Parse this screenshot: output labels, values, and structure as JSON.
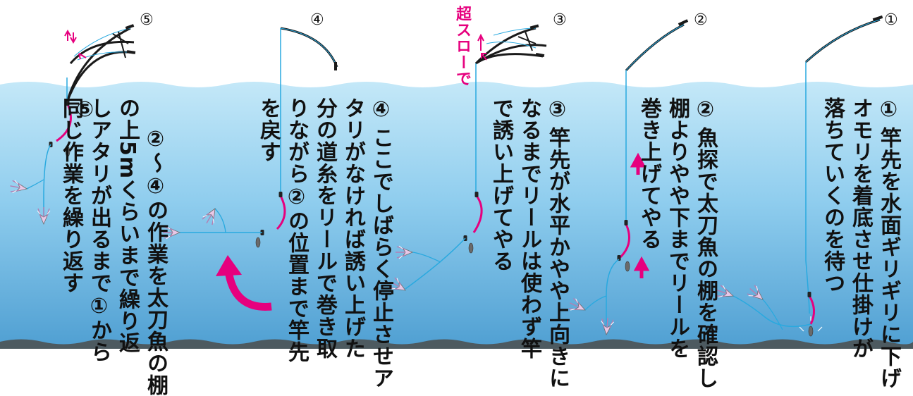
{
  "step_marks": [
    "⑤",
    "④",
    "③",
    "②",
    "①"
  ],
  "slow_label": "超スローで",
  "steps": [
    {
      "num": "⑤",
      "lines": [
        "②～④の作業を太刀魚の棚",
        "の上5mくらいまで繰り返",
        "しアタリが出るまで①から",
        "同じ作業を繰り返す"
      ]
    },
    {
      "num": "④",
      "lines": [
        "ここでしばらく停止させア",
        "タリがなければ誘い上げた",
        "分の道糸をリールで巻き取",
        "りながら②の位置まで竿先",
        "を戻す"
      ]
    },
    {
      "num": "③",
      "lines": [
        "竿先が水平かやや上向きに",
        "なるまでリールは使わず竿",
        "で誘い上げてやる"
      ]
    },
    {
      "num": "②",
      "lines": [
        "魚探で太刀魚の棚を確認し",
        "棚よりやや下までリールを",
        "巻き上げてやる"
      ]
    },
    {
      "num": "①",
      "lines": [
        "竿先を水面ギリギリに下げ",
        "オモリを着底させ仕掛けが",
        "落ちていくのを待つ"
      ]
    }
  ],
  "colors": {
    "water_top": "#b8e2f6",
    "water_bottom": "#5aaad8",
    "seabed": "#4d5a60",
    "line": "#29a9df",
    "rigging": "#e6007e",
    "arrow": "#e6007e",
    "rod": "#1a1a1a"
  }
}
